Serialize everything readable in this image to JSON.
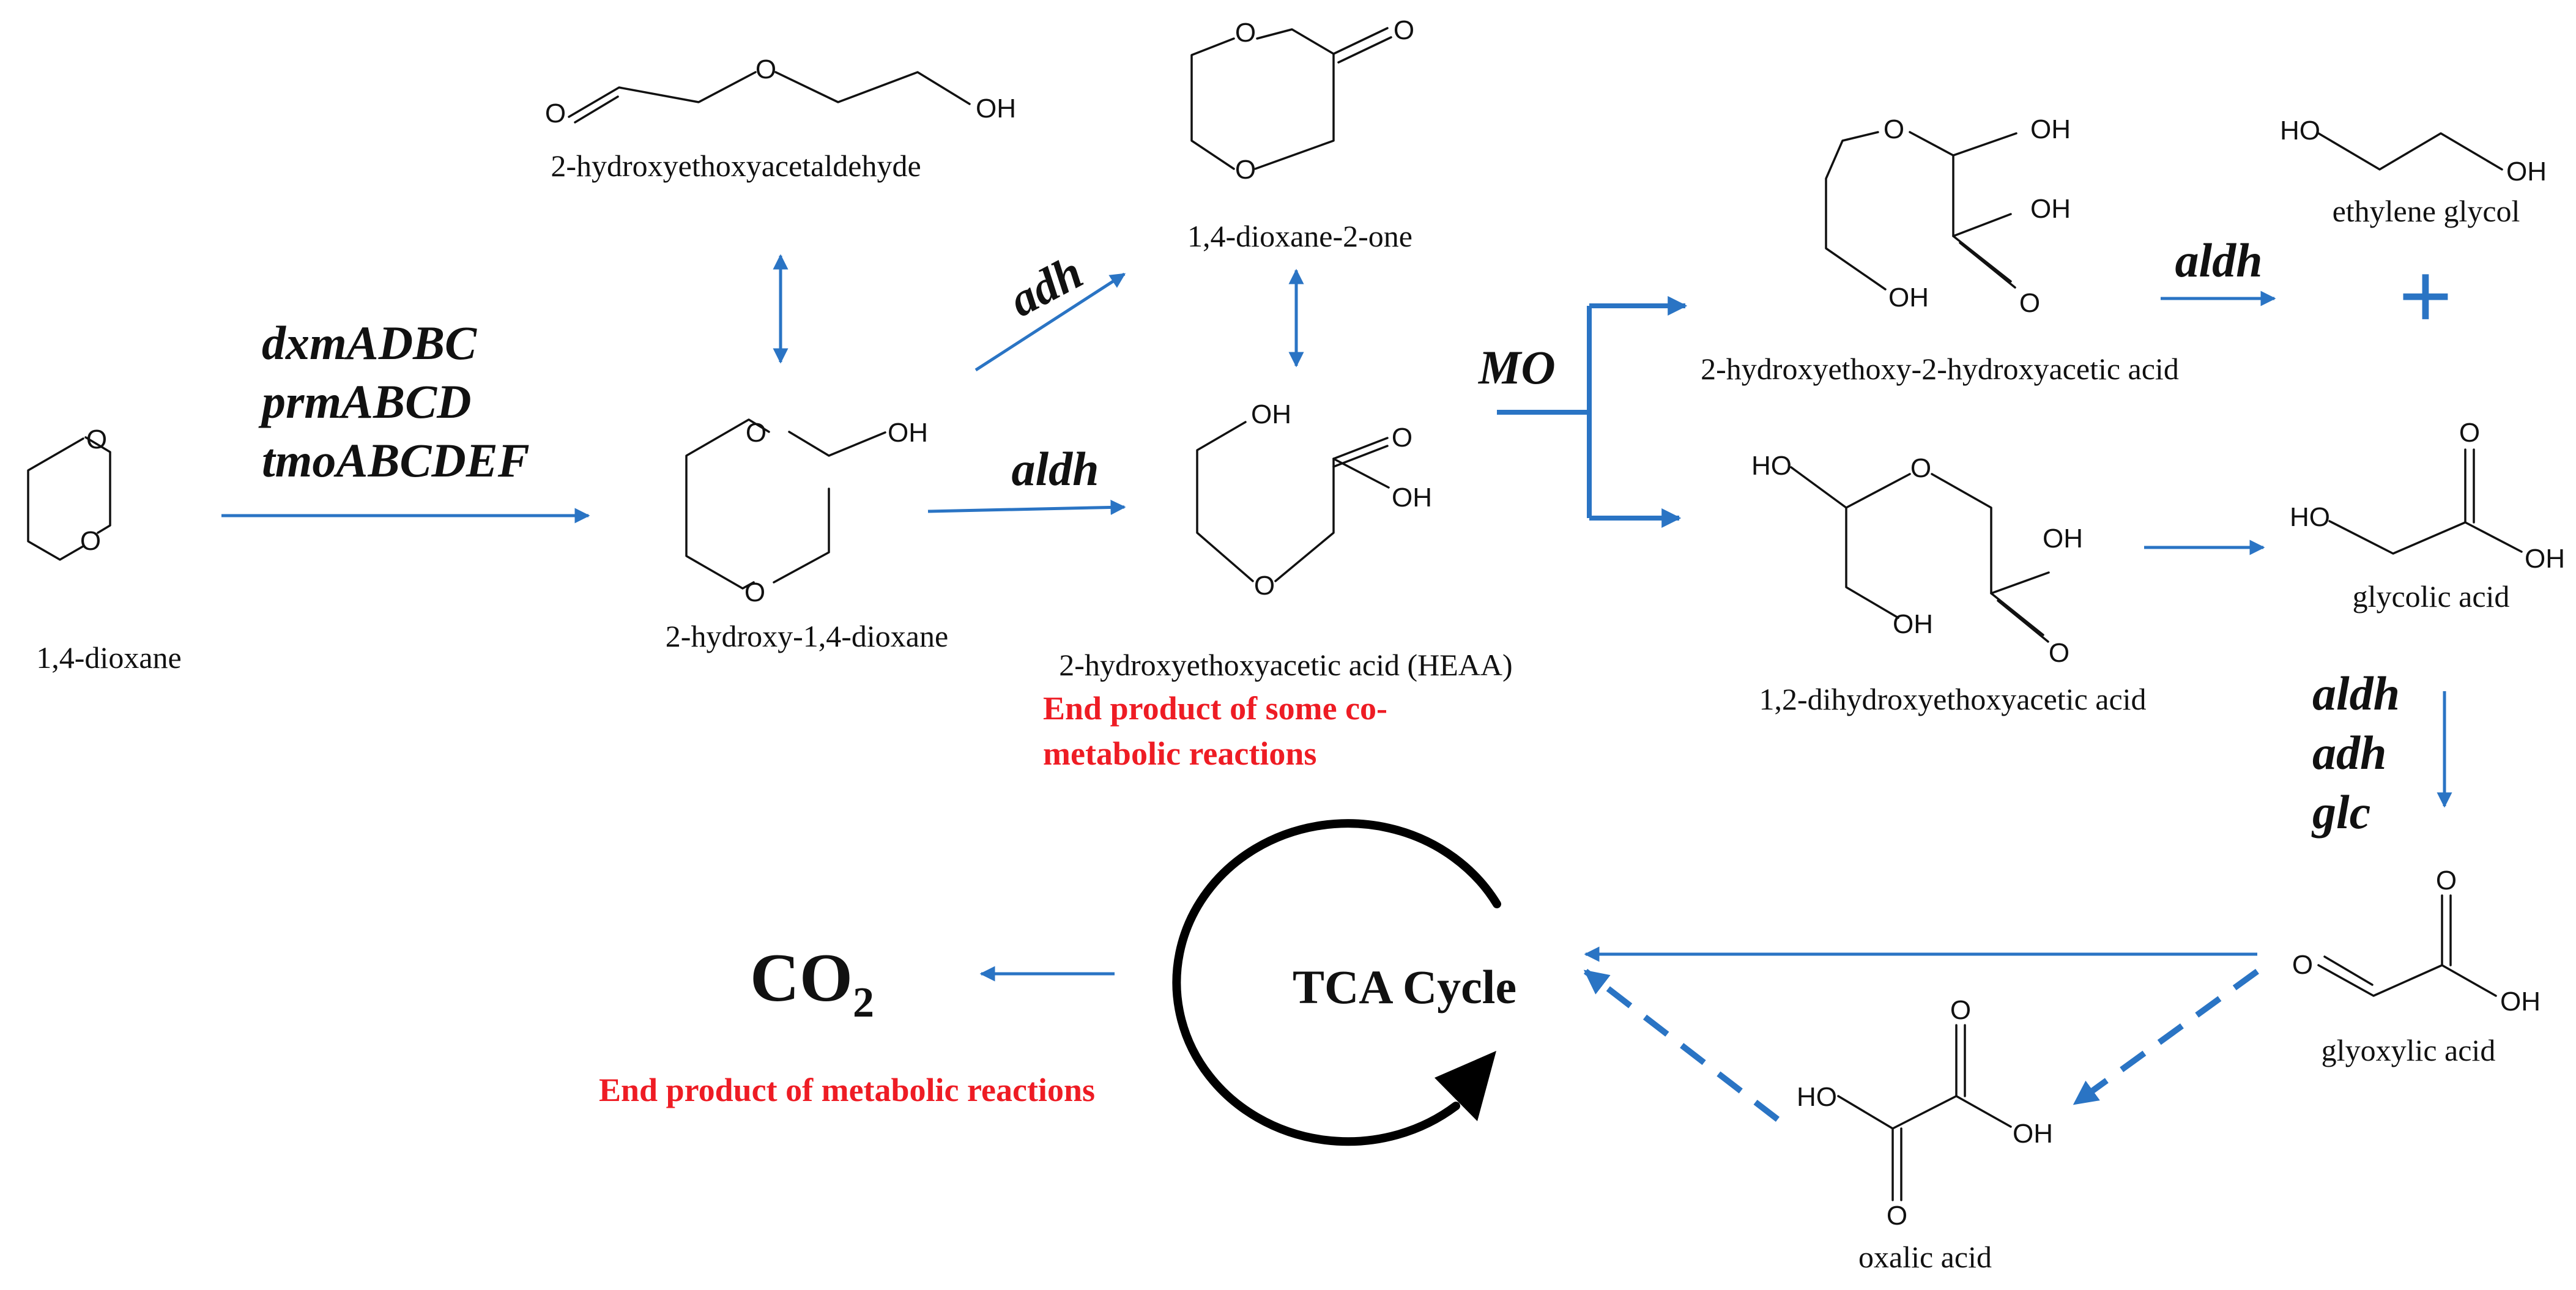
{
  "colors": {
    "arrow": "#2a74c4",
    "highlight": "#ee1c24",
    "ink": "#111111"
  },
  "compounds": {
    "dioxane": "1,4-dioxane",
    "hydroxyethoxyacetaldehyde": "2-hydroxyethoxyacetaldehyde",
    "hydroxy_dioxane": "2-hydroxy-1,4-dioxane",
    "dioxanone": "1,4-dioxane-2-one",
    "heaa": "2-hydroxyethoxyacetic acid (HEAA)",
    "hydroxyethoxy_hydroxyacetic": "2-hydroxyethoxy-2-hydroxyacetic acid",
    "dihydroxyethoxyacetic": "1,2-dihydroxyethoxyacetic acid",
    "ethylene_glycol": "ethylene glycol",
    "glycolic_acid": "glycolic acid",
    "glyoxylic_acid": "glyoxylic acid",
    "oxalic_acid": "oxalic acid"
  },
  "enzymes": {
    "dxm": "dxmADBC",
    "prm": "prmABCD",
    "tmo": "tmoABCDEF",
    "adh_top": "adh",
    "aldh_mid": "aldh",
    "mo": "MO",
    "aldh_right": "aldh",
    "aldh_stack": "aldh",
    "adh_stack": "adh",
    "glc_stack": "glc"
  },
  "atoms": {
    "O": "O",
    "OH": "OH",
    "HO": "HO"
  },
  "notes": {
    "cometabolic_line1": "End product of some co-",
    "cometabolic_line2": "metabolic reactions",
    "metabolic": "End product of metabolic reactions"
  },
  "cycle": {
    "label": "TCA Cycle",
    "co2": "CO",
    "co2_sub": "2"
  },
  "plus": "+"
}
